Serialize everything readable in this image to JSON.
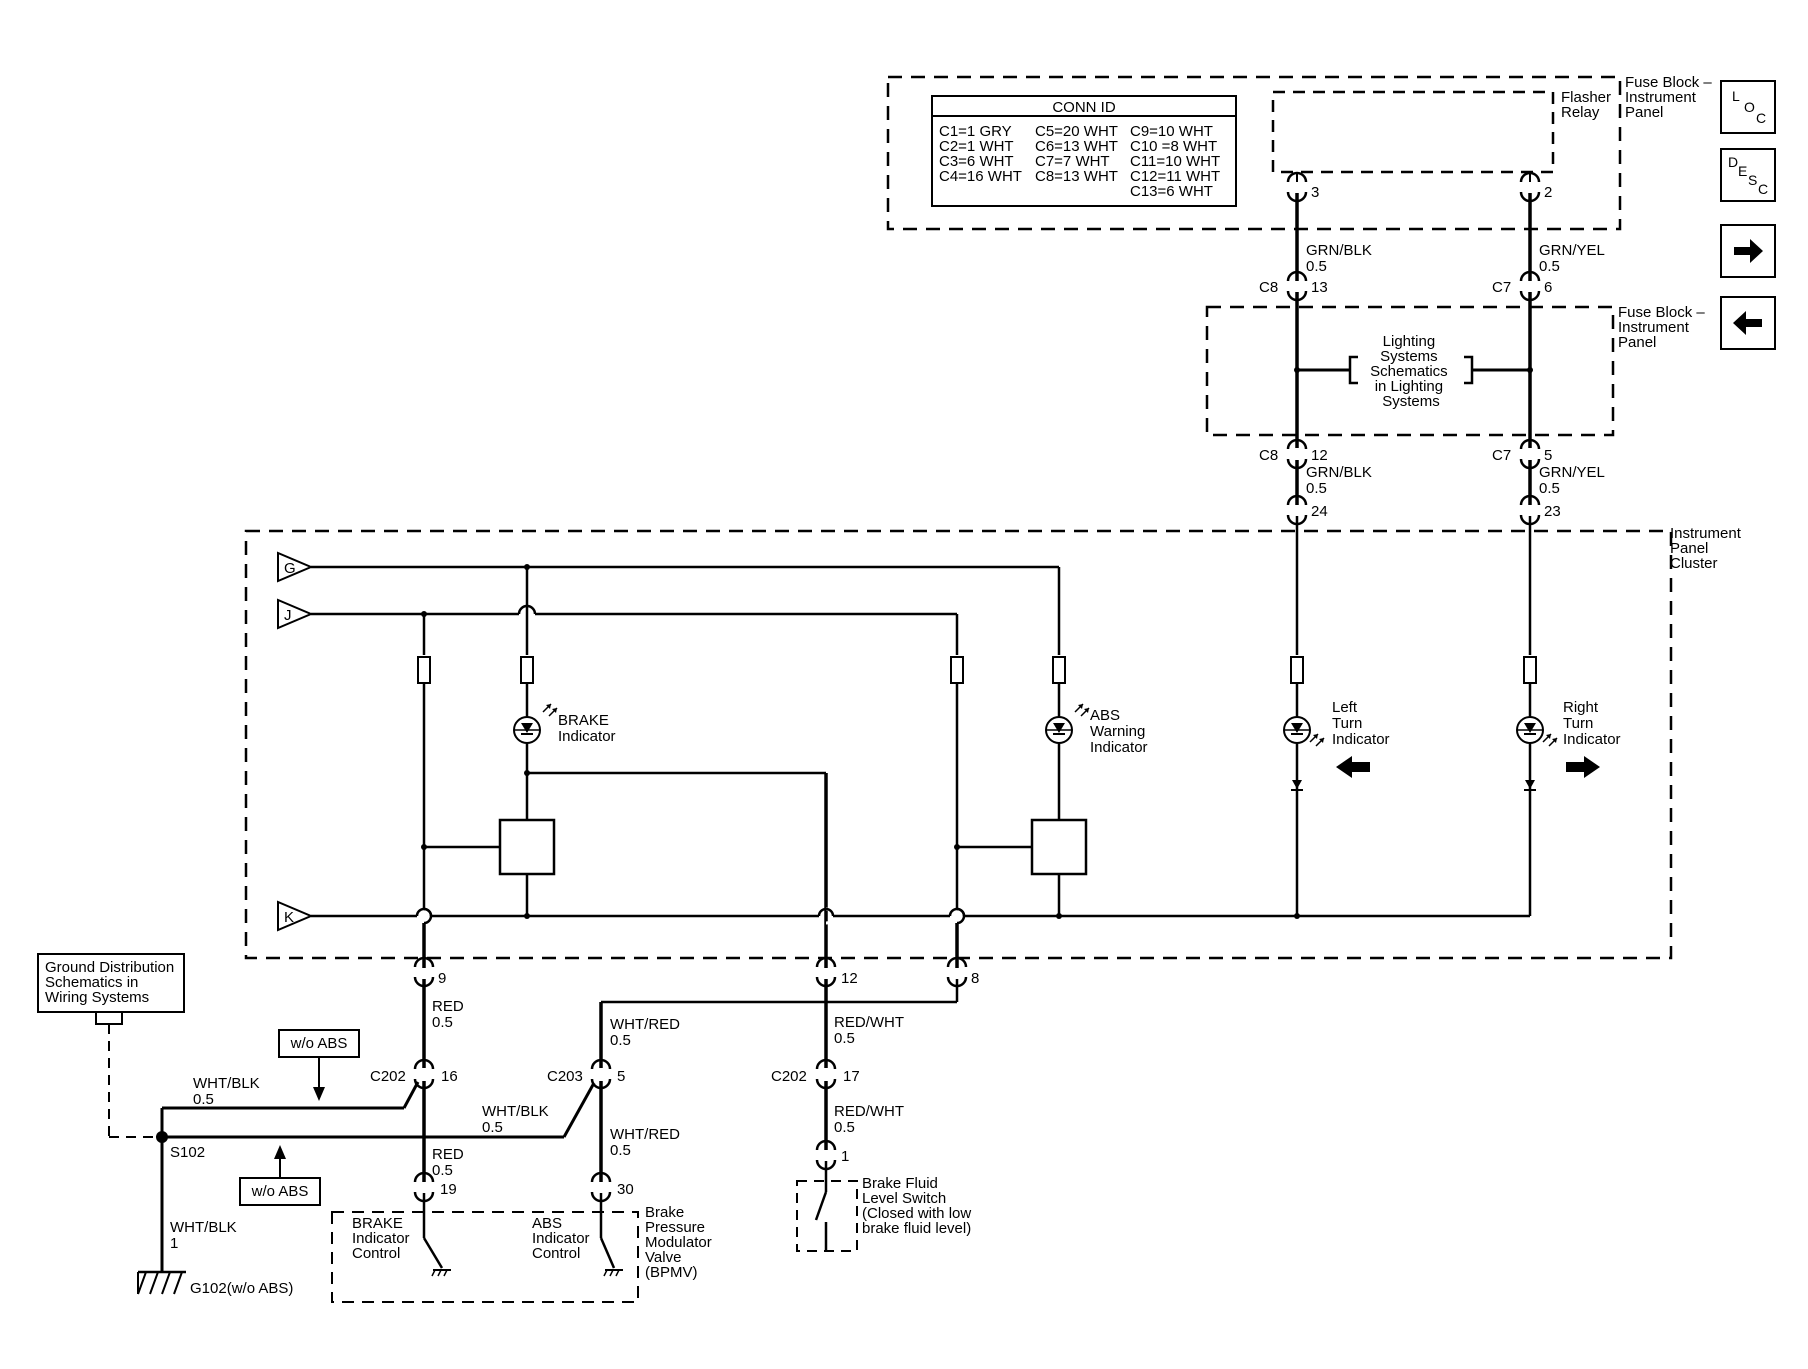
{
  "conn_id": {
    "title": "CONN ID",
    "col1": [
      "C1=1 GRY",
      "C2=1 WHT",
      "C3=6 WHT",
      "C4=16 WHT"
    ],
    "col2": [
      "C5=20 WHT",
      "C6=13 WHT",
      "C7=7 WHT",
      "C8=13 WHT"
    ],
    "col3": [
      "C9=10 WHT",
      "C10 =8 WHT",
      "C11=10 WHT",
      "C12=11 WHT",
      "C13=6 WHT"
    ]
  },
  "components": {
    "fuse_block_top": [
      "Fuse Block –",
      "Instrument",
      "Panel"
    ],
    "flasher_relay": [
      "Flasher",
      "Relay"
    ],
    "fuse_block_mid": [
      "Fuse Block –",
      "Instrument",
      "Panel"
    ],
    "lighting_ref": [
      "Lighting",
      "Systems",
      "Schematics",
      "in Lighting",
      "Systems"
    ],
    "cluster": [
      "Instrument",
      "Panel",
      "Cluster"
    ],
    "brake_indicator": [
      "BRAKE",
      "Indicator"
    ],
    "abs_indicator": [
      "ABS",
      "Warning",
      "Indicator"
    ],
    "left_turn": [
      "Left",
      "Turn",
      "Indicator"
    ],
    "right_turn": [
      "Right",
      "Turn",
      "Indicator"
    ],
    "ground_dist": [
      "Ground Distribution",
      "Schematics in",
      "Wiring Systems"
    ],
    "wo_abs_1": "w/o ABS",
    "wo_abs_2": "w/o ABS",
    "brake_ind_control": [
      "BRAKE",
      "Indicator",
      "Control"
    ],
    "abs_ind_control": [
      "ABS",
      "Indicator",
      "Control"
    ],
    "bpmv": [
      "Brake",
      "Pressure",
      "Modulator",
      "Valve",
      "(BPMV)"
    ],
    "brake_fluid_switch": [
      "Brake Fluid",
      "Level Switch",
      "(Closed with low",
      "brake fluid level)"
    ],
    "splice": "S102",
    "ground": "G102(w/o ABS)",
    "bus_g": "G",
    "bus_j": "J",
    "bus_k": "K"
  },
  "pins": {
    "p3": "3",
    "p2": "2",
    "c8a": "C8",
    "p13": "13",
    "c7a": "C7",
    "p6": "6",
    "c8b": "C8",
    "p12": "12",
    "c7b": "C7",
    "p5": "5",
    "p24": "24",
    "p23": "23",
    "p9": "9",
    "p12b": "12",
    "p8": "8",
    "c202a": "C202",
    "p16": "16",
    "c203": "C203",
    "p5b": "5",
    "c202b": "C202",
    "p17": "17",
    "p19": "19",
    "p30": "30",
    "p1": "1"
  },
  "wires": {
    "grn_blk_1": [
      "GRN/BLK",
      "0.5"
    ],
    "grn_yel_1": [
      "GRN/YEL",
      "0.5"
    ],
    "grn_blk_2": [
      "GRN/BLK",
      "0.5"
    ],
    "grn_yel_2": [
      "GRN/YEL",
      "0.5"
    ],
    "red_1": [
      "RED",
      "0.5"
    ],
    "wht_red_1": [
      "WHT/RED",
      "0.5"
    ],
    "red_wht_1": [
      "RED/WHT",
      "0.5"
    ],
    "wht_blk_1": [
      "WHT/BLK",
      "0.5"
    ],
    "wht_blk_2": [
      "WHT/BLK",
      "0.5"
    ],
    "red_2": [
      "RED",
      "0.5"
    ],
    "wht_red_2": [
      "WHT/RED",
      "0.5"
    ],
    "red_wht_2": [
      "RED/WHT",
      "0.5"
    ],
    "wht_blk_3": [
      "WHT/BLK",
      "1"
    ]
  },
  "nav": {
    "loc": [
      "L",
      "O",
      "C"
    ],
    "desc": [
      "D",
      "E",
      "S",
      "C"
    ],
    "forward_icon": "arrow-right-icon",
    "back_icon": "arrow-left-icon"
  }
}
